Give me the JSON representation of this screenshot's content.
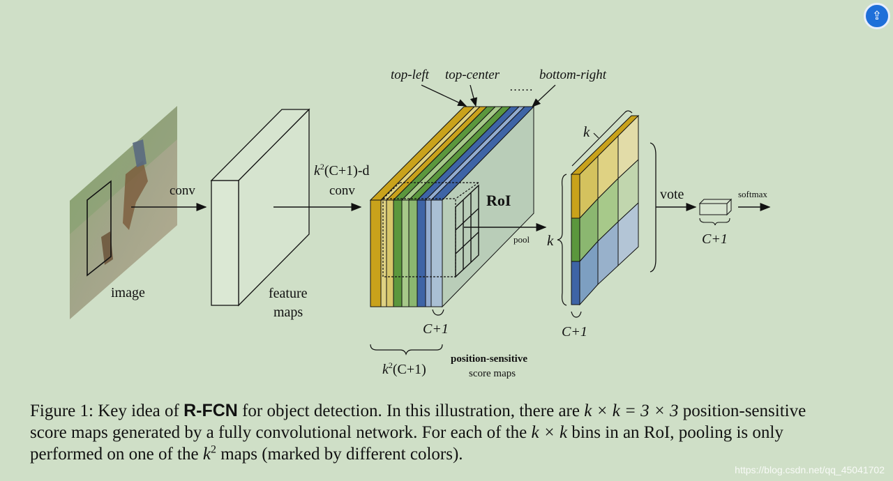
{
  "diagram": {
    "labels": {
      "top_left": "top-left",
      "top_center": "top-center",
      "ellipsis": "……",
      "bottom_right": "bottom-right",
      "conv1": "conv",
      "image": "image",
      "kd_conv_k": "k",
      "kd_conv_sup": "2",
      "kd_conv_rest": "(C+1)-d",
      "conv2": "conv",
      "feature1": "feature",
      "feature2": "maps",
      "roi": "RoI",
      "pool": "pool",
      "k_top": "k",
      "k_side": "k",
      "c1_stack": "C+1",
      "c1_pool": "C+1",
      "c1_out": "C+1",
      "vote": "vote",
      "softmax": "softmax",
      "k2_bottom_k": "k",
      "k2_bottom_sup": "2",
      "k2_bottom_rest": "(C+1)",
      "ps1": "position-sensitive",
      "ps2": "score maps"
    },
    "colors": {
      "gold": "#c9a21b",
      "light_gold": "#dfd283",
      "green": "#5b973d",
      "light_green": "#a7c98a",
      "blue": "#3e64a6",
      "light_blue": "#93acd0",
      "gray_face": "#b9cdb8"
    }
  },
  "caption": {
    "pre": "Figure 1: Key idea of ",
    "bold": "R-FCN",
    "t1": " for object detection. In this illustration, there are ",
    "m1": "k × k = 3 × 3",
    "t2": " position-sensitive score maps generated by a fully convolutional network. For each of the ",
    "m2": "k × k",
    "t3": " bins in an RoI, pooling is only performed on one of the ",
    "m3": "k",
    "m3sup": "2",
    "t4": " maps (marked by different colors)."
  },
  "watermark": "https://blog.csdn.net/qq_45041702",
  "badge_icon": "chat-share-icon"
}
